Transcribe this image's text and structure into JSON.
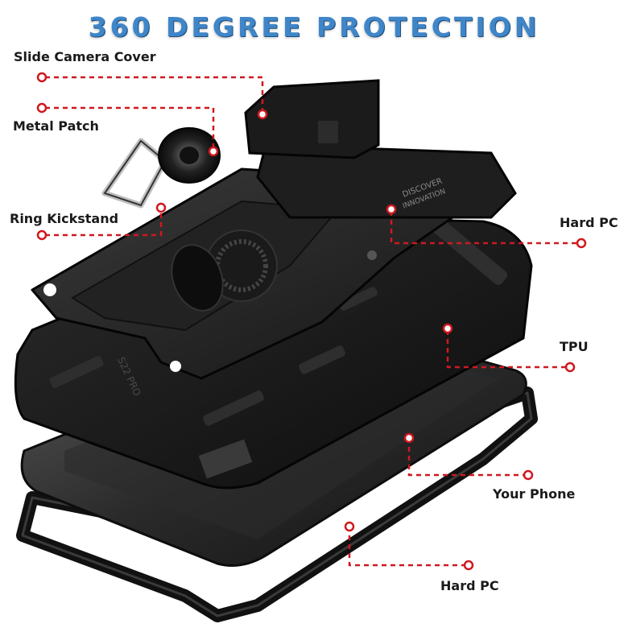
{
  "headline": "360 DEGREE PROTECTION",
  "callouts": {
    "slide_camera_cover": "Slide Camera Cover",
    "metal_patch": "Metal Patch",
    "ring_kickstand": "Ring Kickstand",
    "hard_pc_top": "Hard PC",
    "tpu": "TPU",
    "your_phone": "Your Phone",
    "hard_pc_bottom": "Hard PC"
  },
  "engravings": {
    "discover": "DISCOVER",
    "innovation": "INNOVATION",
    "model": "S22 PRO"
  },
  "colors": {
    "accent_blue": "#3f86c9",
    "leader_red": "#d0181f",
    "case_black": "#1c1c1c"
  }
}
